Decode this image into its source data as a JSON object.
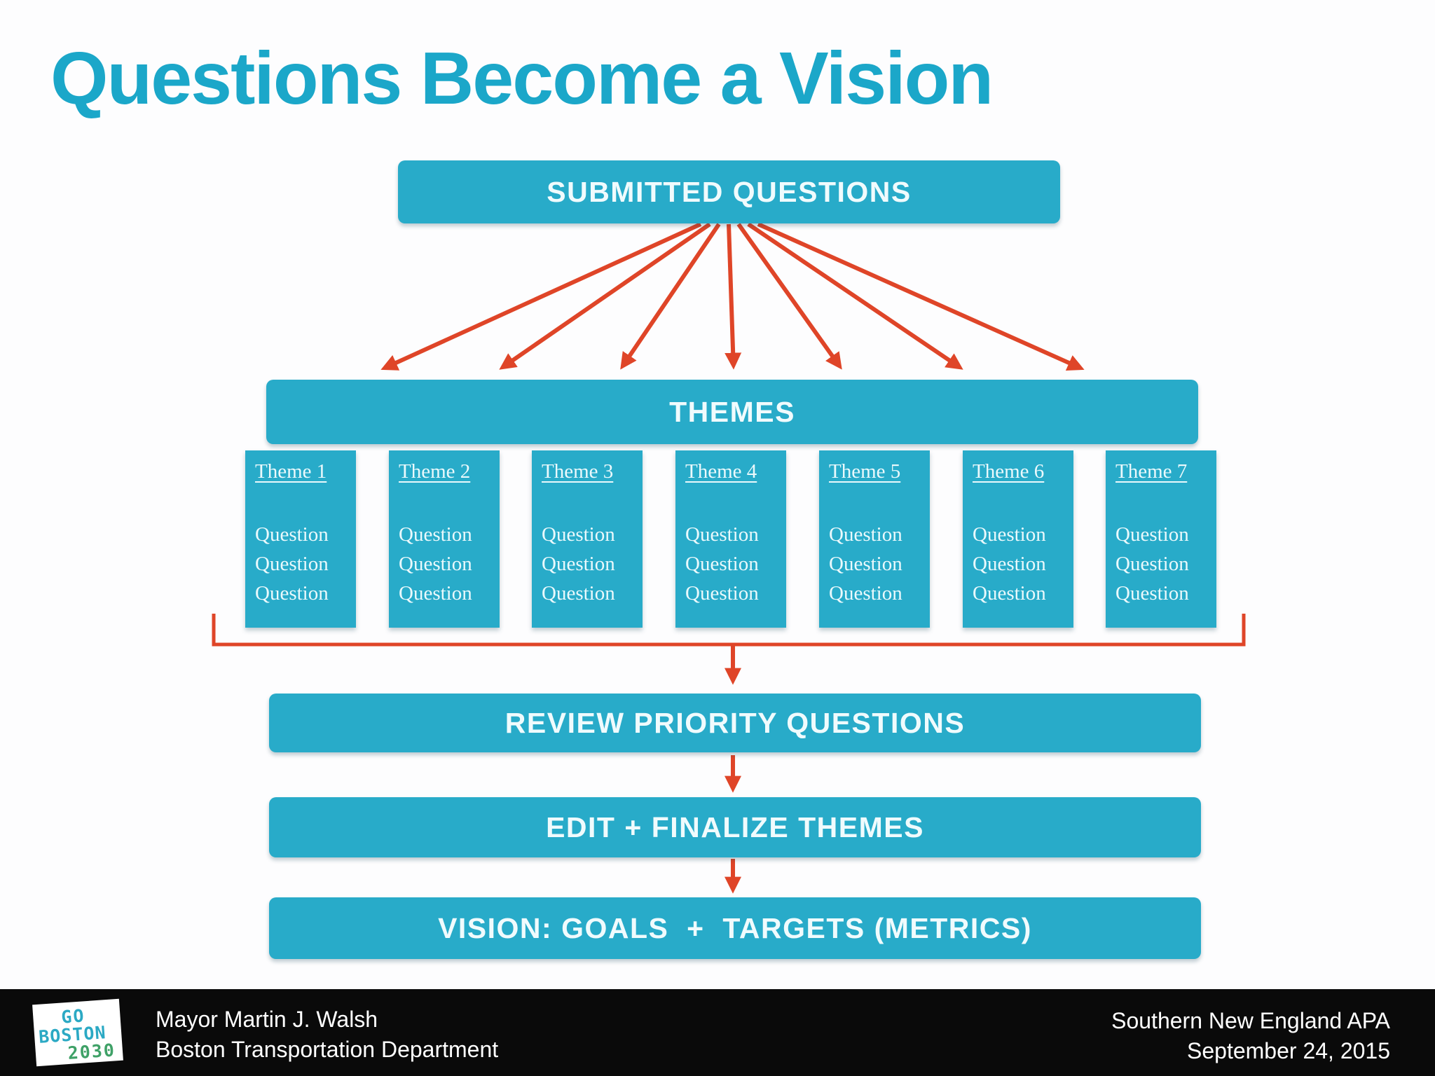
{
  "slide": {
    "title": "Questions Become a Vision",
    "colors": {
      "accent_cyan": "#28ABC9",
      "title_teal": "#1BA7C9",
      "arrow_red": "#DF4528",
      "footer_bg": "#0A0A0A",
      "logo_cyan": "#2BA9C4",
      "logo_green": "#3FA167"
    }
  },
  "diagram": {
    "submitted_box_label": "SUBMITTED QUESTIONS",
    "themes_bar_label": "THEMES",
    "themes": [
      {
        "label": "Theme 1",
        "questions": [
          "Question",
          "Question",
          "Question"
        ]
      },
      {
        "label": "Theme 2",
        "questions": [
          "Question",
          "Question",
          "Question"
        ]
      },
      {
        "label": "Theme 3",
        "questions": [
          "Question",
          "Question",
          "Question"
        ]
      },
      {
        "label": "Theme 4",
        "questions": [
          "Question",
          "Question",
          "Question"
        ]
      },
      {
        "label": "Theme 5",
        "questions": [
          "Question",
          "Question",
          "Question"
        ]
      },
      {
        "label": "Theme 6",
        "questions": [
          "Question",
          "Question",
          "Question"
        ]
      },
      {
        "label": "Theme 7",
        "questions": [
          "Question",
          "Question",
          "Question"
        ]
      }
    ],
    "review_bar_label": "REVIEW PRIORITY QUESTIONS",
    "edit_bar_label": "EDIT + FINALIZE THEMES",
    "vision_bar_label": "VISION: GOALS  +  TARGETS (METRICS)"
  },
  "footer": {
    "logo": {
      "line1": "GO",
      "line2": "BOSTON",
      "line3": "2030"
    },
    "left_line1": "Mayor Martin J. Walsh",
    "left_line2": "Boston Transportation Department",
    "right_line1": "Southern New England APA",
    "right_line2": "September 24, 2015"
  }
}
